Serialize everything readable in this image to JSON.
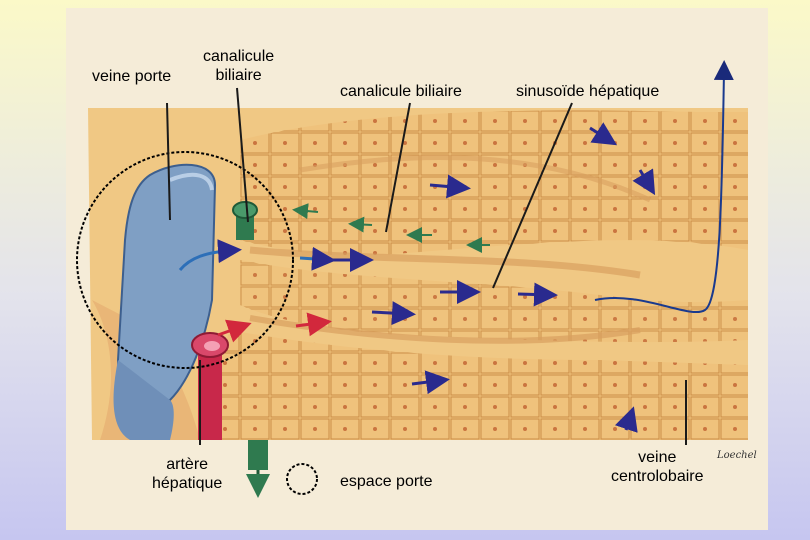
{
  "labels": {
    "veine_porte": "veine porte",
    "canalicule_biliaire_left": "canalicule\nbiliaire",
    "canalicule_biliaire_mid": "canalicule biliaire",
    "sinusoide_hepatique": "sinusoïde hépatique",
    "artere_hepatique": "artère\nhépatique",
    "espace_porte": "espace porte",
    "veine_centrolobaire": "veine\ncentrolobaire"
  },
  "signature": "Loechel",
  "colors": {
    "tissue": "#efc27c",
    "tissue_dark": "#d89a52",
    "cell_border": "#c98a44",
    "portal_vein": "#7f9fc4",
    "artery": "#c8284a",
    "bile_duct": "#2f7a4f",
    "arrow_blue": "#2a2a8e",
    "arrow_red": "#d2283c",
    "arrow_green": "#2f7a4f"
  }
}
